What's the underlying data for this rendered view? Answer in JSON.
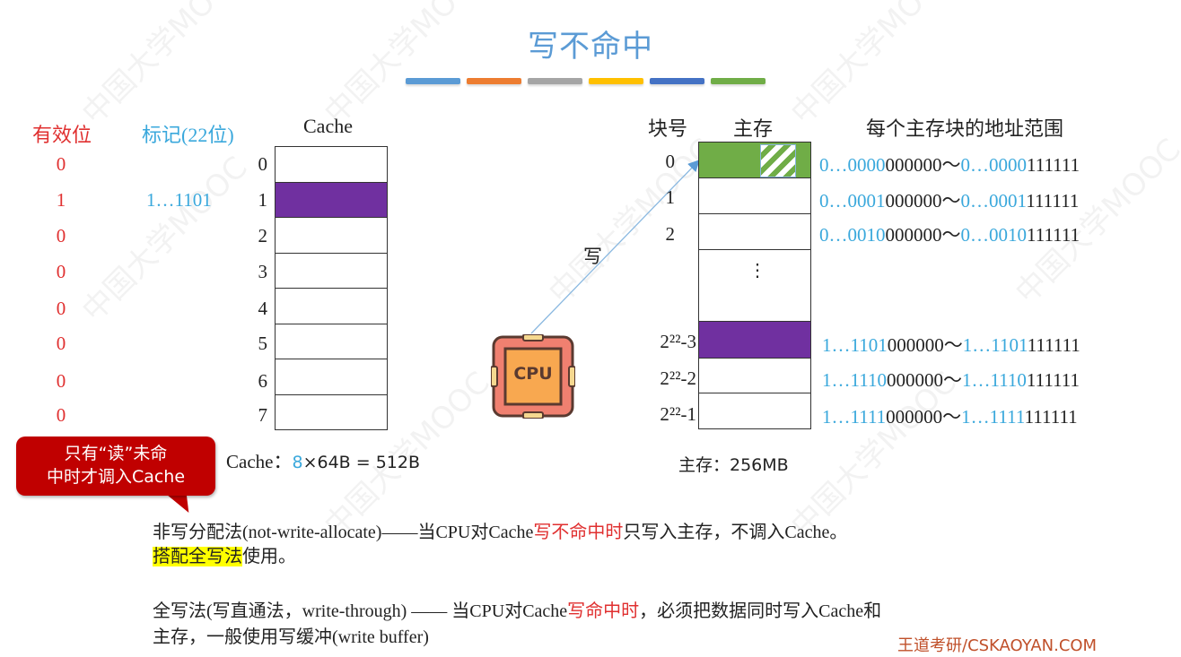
{
  "title": "写不命中",
  "color_bars": [
    "#5b9bd5",
    "#ed7d31",
    "#a5a5a5",
    "#ffc000",
    "#4472c4",
    "#70ad47"
  ],
  "cache_section": {
    "valid_header": "有效位",
    "tag_header": "标记(22位)",
    "cache_header": "Cache",
    "rows": [
      {
        "index": "0",
        "valid": "0",
        "tag": "",
        "filled": false
      },
      {
        "index": "1",
        "valid": "1",
        "tag": "1…1101",
        "filled": true
      },
      {
        "index": "2",
        "valid": "0",
        "tag": "",
        "filled": false
      },
      {
        "index": "3",
        "valid": "0",
        "tag": "",
        "filled": false
      },
      {
        "index": "4",
        "valid": "0",
        "tag": "",
        "filled": false
      },
      {
        "index": "5",
        "valid": "0",
        "tag": "",
        "filled": false
      },
      {
        "index": "6",
        "valid": "0",
        "tag": "",
        "filled": false
      },
      {
        "index": "7",
        "valid": "0",
        "tag": "",
        "filled": false
      }
    ],
    "size_label": "Cache：",
    "size_lines": "8",
    "size_rest": "×64B = 512B"
  },
  "callout": {
    "line1": "只有“读”未命",
    "line2": "中时才调入Cache"
  },
  "cpu": {
    "label": "CPU",
    "arrow_label": "写"
  },
  "memory_section": {
    "block_header": "块号",
    "memory_header": "主存",
    "range_header": "每个主存块的地址范围",
    "rows": [
      {
        "block": "0",
        "start_tag": "0…0000",
        "start_off": "000000",
        "end_tag": "0…0000",
        "end_off": "111111"
      },
      {
        "block": "1",
        "start_tag": "0…0001",
        "start_off": "000000",
        "end_tag": "0…0001",
        "end_off": "111111"
      },
      {
        "block": "2",
        "start_tag": "0…0010",
        "start_off": "000000",
        "end_tag": "0…0010",
        "end_off": "111111"
      },
      {
        "block": "2²²-3",
        "start_tag": "1…1101",
        "start_off": "000000",
        "end_tag": "1…1101",
        "end_off": "111111"
      },
      {
        "block": "2²²-2",
        "start_tag": "1…1110",
        "start_off": "000000",
        "end_tag": "1…1110",
        "end_off": "111111"
      },
      {
        "block": "2²²-1",
        "start_tag": "1…1111",
        "start_off": "000000",
        "end_tag": "1…1111",
        "end_off": "111111"
      }
    ],
    "ellipsis": "⋮",
    "size_label": "主存：256MB",
    "tilde": "～"
  },
  "paragraphs": {
    "p1_a": "非写分配法(not-write-allocate)——当CPU对Cache",
    "p1_red": "写不命中时",
    "p1_b": "只写入主存，不调入Cache。",
    "p1_hl": "搭配全写法",
    "p1_c": "使用。",
    "p2_a": "全写法(写直通法，write-through) —— 当CPU对Cache",
    "p2_red": "写命中时",
    "p2_b": "，必须把数据同时写入Cache和",
    "p2_c": "主存，一般使用写缓冲(write buffer)"
  },
  "footer": "王道考研/CSKAOYAN.COM"
}
